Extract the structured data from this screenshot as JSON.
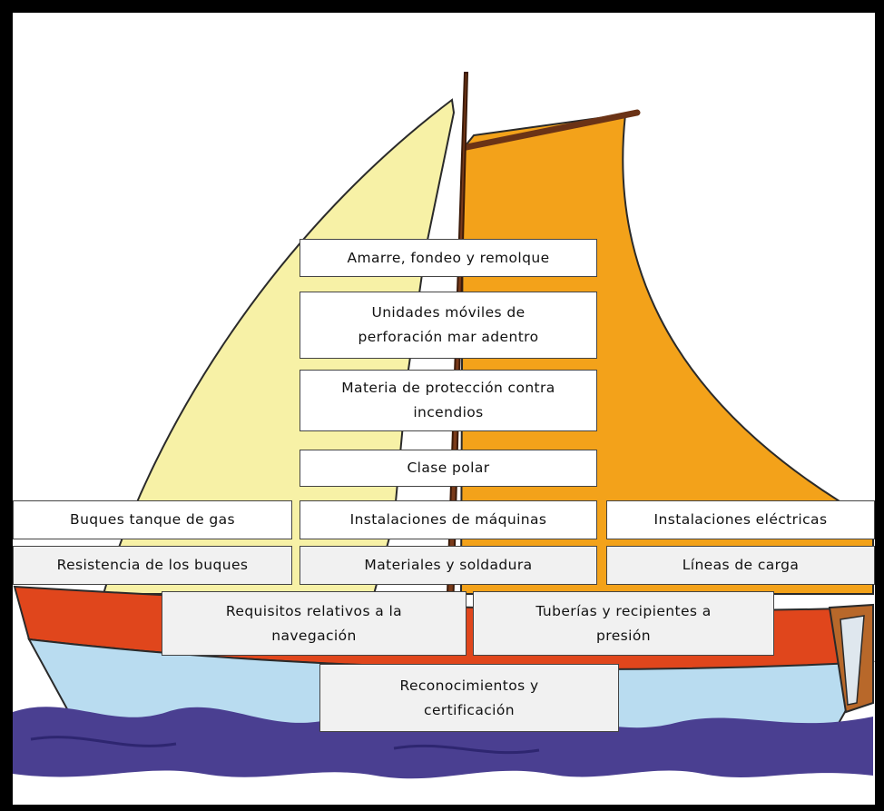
{
  "colors": {
    "frame": "#000000",
    "background": "#ffffff",
    "jib_sail": "#f7f1a6",
    "main_sail": "#f3a21a",
    "mast": "#7a3b1a",
    "hull_stripe": "#e0461c",
    "hull": "#b9dcf0",
    "waves": "#4a3f91",
    "box_white": "#ffffff",
    "box_grey": "#f1f1f1"
  },
  "labels": {
    "amarre": "Amarre, fondeo y remolque",
    "unidades": "Unidades móviles de perforación mar adentro",
    "materia": "Materia de protección contra incendios",
    "clase_polar": "Clase polar",
    "buques_gas": "Buques tanque de gas",
    "instalaciones_maquinas": "Instalaciones de máquinas",
    "instalaciones_electricas": "Instalaciones eléctricas",
    "resistencia": "Resistencia de los buques",
    "materiales": "Materiales y soldadura",
    "lineas_carga": "Líneas de carga",
    "requisitos": "Requisitos relativos a la navegación",
    "tuberias": "Tuberías y recipientes a presión",
    "reconocimientos": "Reconocimientos y certificación"
  }
}
